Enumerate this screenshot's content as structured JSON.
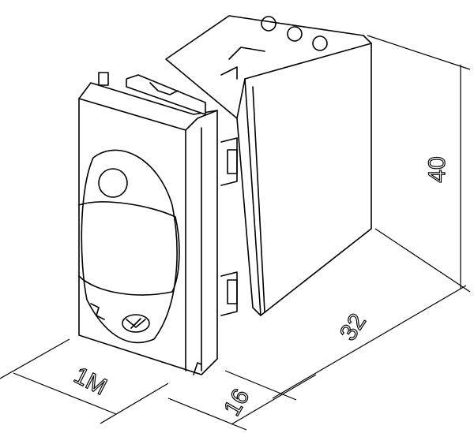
{
  "dimensions": {
    "height": "40",
    "depth": "32",
    "plate_depth": "16",
    "width": "1M"
  },
  "colors": {
    "line": "#000000",
    "background": "#ffffff"
  }
}
